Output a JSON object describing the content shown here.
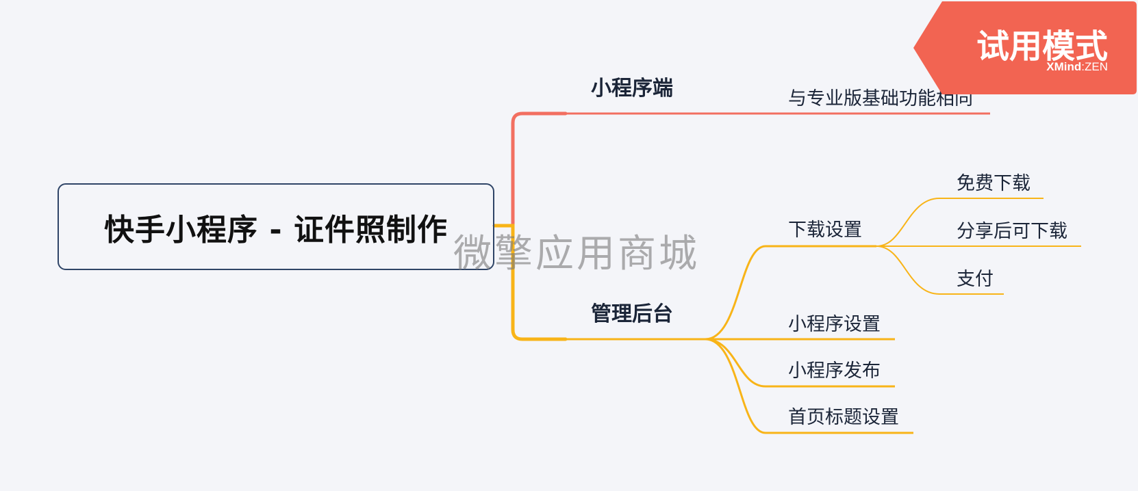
{
  "root": {
    "label": "快手小程序 - 证件照制作"
  },
  "branches": {
    "client": {
      "label": "小程序端",
      "color": "#f26f61",
      "children": [
        "与专业版基础功能相同"
      ]
    },
    "admin": {
      "label": "管理后台",
      "color": "#f8b418",
      "children": {
        "download": {
          "label": "下载设置",
          "options": [
            "免费下载",
            "分享后可下载",
            "支付"
          ]
        },
        "settings": "小程序设置",
        "publish": "小程序发布",
        "home_title": "首页标题设置"
      }
    }
  },
  "watermark": "微擎应用商城",
  "trial_badge": {
    "title": "试用模式",
    "brand_main": "XMind",
    "brand_sep": ":",
    "brand_suffix": "ZEN",
    "color": "#f26452"
  }
}
